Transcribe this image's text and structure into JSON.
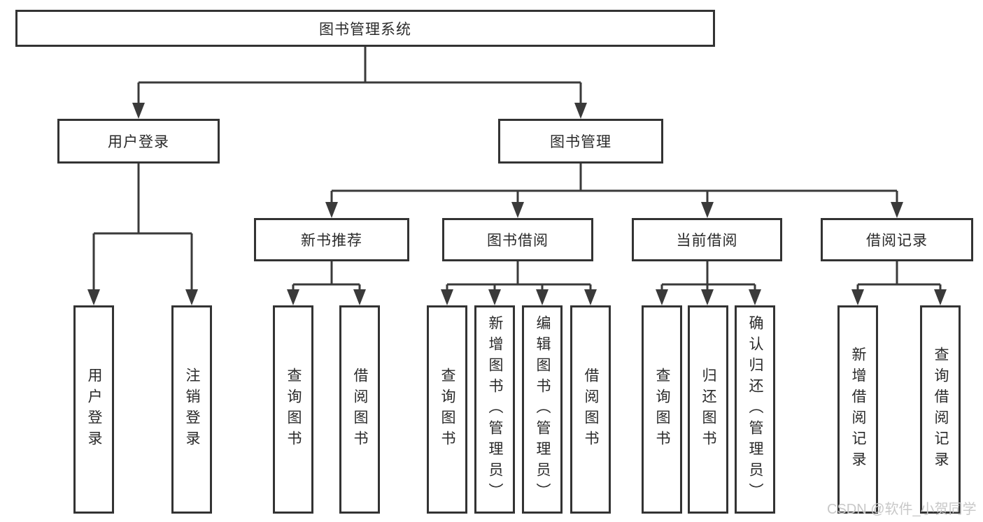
{
  "tree": {
    "root": {
      "label": "图书管理系统"
    },
    "children": [
      {
        "label": "用户登录",
        "children": [
          {
            "label": "用户登录"
          },
          {
            "label": "注销登录"
          }
        ]
      },
      {
        "label": "图书管理",
        "children": [
          {
            "label": "新书推荐",
            "children": [
              {
                "label": "查询图书"
              },
              {
                "label": "借阅图书"
              }
            ]
          },
          {
            "label": "图书借阅",
            "children": [
              {
                "label": "查询图书"
              },
              {
                "label": "新增图书（管理员）"
              },
              {
                "label": "编辑图书（管理员）"
              },
              {
                "label": "借阅图书"
              }
            ]
          },
          {
            "label": "当前借阅",
            "children": [
              {
                "label": "查询图书"
              },
              {
                "label": "归还图书"
              },
              {
                "label": "确认归还（管理员）"
              }
            ]
          },
          {
            "label": "借阅记录",
            "children": [
              {
                "label": "新增借阅记录"
              },
              {
                "label": "查询借阅记录"
              }
            ]
          }
        ]
      }
    ]
  },
  "watermark": {
    "text": "CSDN @软件_小贺同学",
    "color": "#c8c8c8"
  },
  "colors": {
    "background": "#ffffff",
    "line": "#3a3a3a",
    "box_border": "#333333",
    "text": "#2a2a2a",
    "watermark": "#c8c8c8"
  }
}
